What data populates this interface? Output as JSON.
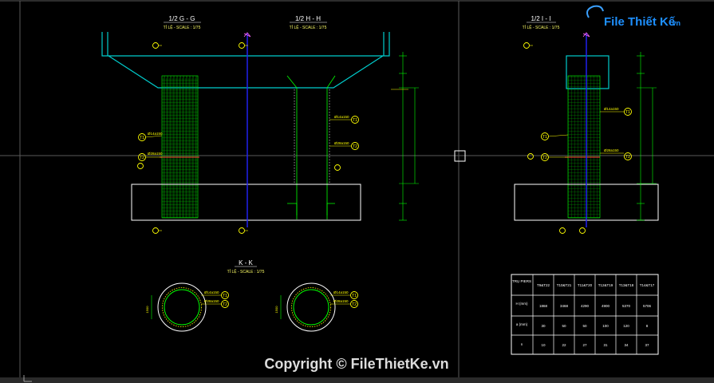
{
  "drawing": {
    "views": {
      "gg": {
        "title": "1/2 G - G",
        "scale": "TỈ LỆ - SCALE : 1/75"
      },
      "hh": {
        "title": "1/2 H - H",
        "scale": "TỈ LỆ - SCALE : 1/75"
      },
      "ii": {
        "title": "1/2 I - I",
        "scale": "TỈ LỆ - SCALE : 1/75"
      },
      "kk": {
        "title": "K - K",
        "scale": "TỈ LỆ - SCALE : 1/75"
      }
    },
    "rebar_labels": {
      "r1": "Ø14a150",
      "r2": "Ø28a150",
      "t1": "T1",
      "t2": "T2"
    },
    "table": {
      "row_headers": [
        "TRỤ PIERS",
        "H (mm)",
        "a (mm)",
        "n"
      ],
      "columns": [
        "T9&T22",
        "T10&T21",
        "T11&T20",
        "T12&T19",
        "T13&T18",
        "T14&T17"
      ],
      "rows": [
        [
          "1868",
          "3468",
          "4290",
          "4900",
          "5370",
          "5706"
        ],
        [
          "30",
          "50",
          "50",
          "100",
          "120",
          "8"
        ],
        [
          "10",
          "22",
          "27",
          "31",
          "34",
          "37"
        ]
      ]
    }
  },
  "logo": {
    "text": "File Thiết Kế",
    "suffix": ".vn"
  },
  "watermark": {
    "text": "Copyright © FileThietKe.vn"
  },
  "colors": {
    "background": "#000000",
    "concrete": "#00ffff",
    "rebar": "#00ff00",
    "axis": "#0000ff",
    "annotation": "#ffff00"
  }
}
